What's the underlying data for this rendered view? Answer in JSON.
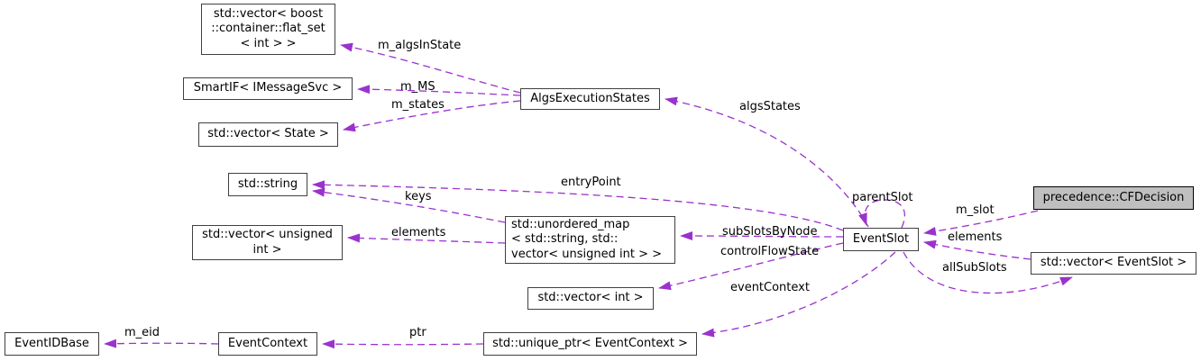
{
  "diagram": {
    "type": "doxygen-collaboration-diagram",
    "background_color": "#ffffff",
    "edge_color": "#9a32cd",
    "node_border_color": "#404040",
    "highlight_fill_color": "#bfbfbf"
  },
  "nodes": {
    "flatset": {
      "label": "std::vector< boost\n::container::flat_set\n< int > >"
    },
    "smartif": {
      "label": "SmartIF< IMessageSvc >"
    },
    "vec_state": {
      "label": "std::vector< State >"
    },
    "algs_exec_states": {
      "label": "AlgsExecutionStates"
    },
    "std_string": {
      "label": "std::string"
    },
    "vec_uint": {
      "label": "std::vector< unsigned\nint >"
    },
    "unordered_map": {
      "label": "std::unordered_map\n< std::string, std::\nvector< unsigned int > >"
    },
    "vec_int": {
      "label": "std::vector< int >"
    },
    "event_id_base": {
      "label": "EventIDBase"
    },
    "event_context": {
      "label": "EventContext"
    },
    "unique_ptr": {
      "label": "std::unique_ptr< EventContext >"
    },
    "event_slot": {
      "label": "EventSlot"
    },
    "cf_decision": {
      "label": "precedence::CFDecision"
    },
    "vec_event_slot": {
      "label": "std::vector< EventSlot >"
    }
  },
  "edges": {
    "m_algs_in_state": {
      "label": "m_algsInState",
      "from": "algs_exec_states",
      "to": "flatset"
    },
    "m_ms": {
      "label": "m_MS",
      "from": "algs_exec_states",
      "to": "smartif"
    },
    "m_states": {
      "label": "m_states",
      "from": "algs_exec_states",
      "to": "vec_state"
    },
    "algs_states": {
      "label": "algsStates",
      "from": "event_slot",
      "to": "algs_exec_states"
    },
    "entry_point": {
      "label": "entryPoint",
      "from": "event_slot",
      "to": "std_string"
    },
    "keys": {
      "label": "keys",
      "from": "unordered_map",
      "to": "std_string"
    },
    "elements_map": {
      "label": "elements",
      "from": "unordered_map",
      "to": "vec_uint"
    },
    "sub_slots_by_node": {
      "label": "subSlotsByNode",
      "from": "event_slot",
      "to": "unordered_map"
    },
    "control_flow_state": {
      "label": "controlFlowState",
      "from": "event_slot",
      "to": "vec_int"
    },
    "event_context_edge": {
      "label": "eventContext",
      "from": "event_slot",
      "to": "unique_ptr"
    },
    "parent_slot": {
      "label": "parentSlot",
      "from": "event_slot",
      "to": "event_slot"
    },
    "m_slot": {
      "label": "m_slot",
      "from": "cf_decision",
      "to": "event_slot"
    },
    "elements_vec": {
      "label": "elements",
      "from": "vec_event_slot",
      "to": "event_slot"
    },
    "all_sub_slots": {
      "label": "allSubSlots",
      "from": "event_slot",
      "to": "vec_event_slot"
    },
    "m_eid": {
      "label": "m_eid",
      "from": "event_context",
      "to": "event_id_base"
    },
    "ptr": {
      "label": "ptr",
      "from": "unique_ptr",
      "to": "event_context"
    }
  }
}
